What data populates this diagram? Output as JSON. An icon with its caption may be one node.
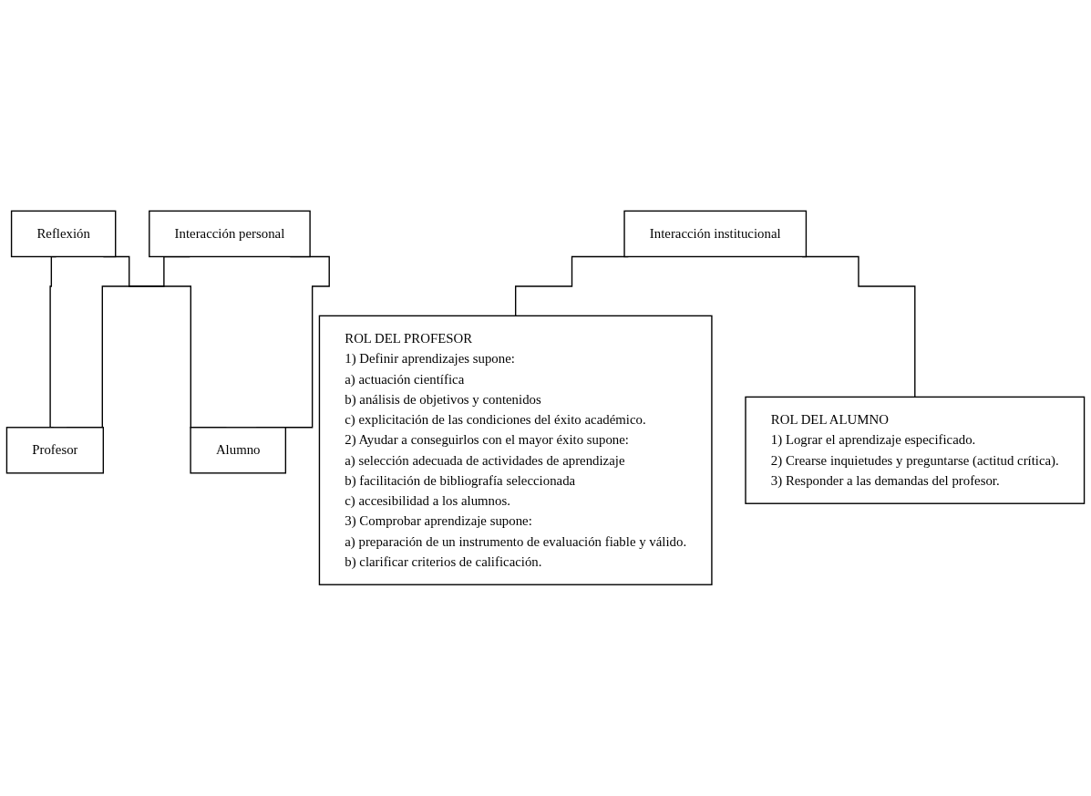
{
  "diagram": {
    "nodes": [
      {
        "text": [
          "Reflexión"
        ]
      },
      {
        "text": [
          "Interacción personal"
        ]
      },
      {
        "text": [
          "Interacción institucional"
        ]
      },
      {
        "text": [
          "Profesor"
        ]
      },
      {
        "text": [
          "Alumno"
        ]
      },
      {
        "text": [
          "ROL DEL PROFESOR",
          "1) Definir aprendizajes supone:",
          "a) actuación científica",
          "b) análisis de objetivos y contenidos",
          "c) explicitación de las condiciones del éxito académico.",
          "2) Ayudar a conseguirlos con el mayor éxito supone:",
          "a) selección adecuada de actividades de aprendizaje",
          "b) facilitación de bibliografía seleccionada",
          "c) accesibilidad a los alumnos.",
          "3) Comprobar aprendizaje supone:",
          "a) preparación de un instrumento de evaluación fiable y válido.",
          "b) clarificar criterios de calificación."
        ]
      },
      {
        "text": [
          "ROL DEL ALUMNO",
          "1) Lograr el aprendizaje especificado.",
          "2) Crearse inquietudes y preguntarse (actitud crítica).",
          "3) Responder a las demandas del profesor."
        ]
      }
    ],
    "edges": [
      {
        "from": 0,
        "to": 3,
        "arrow": "none"
      },
      {
        "from": 0,
        "to": 4,
        "arrow": "none"
      },
      {
        "from": 1,
        "to": 3,
        "arrow": "none"
      },
      {
        "from": 1,
        "to": 4,
        "arrow": "none"
      },
      {
        "from": 2,
        "to": 5,
        "arrow": "none"
      },
      {
        "from": 2,
        "to": 6,
        "arrow": "none"
      }
    ]
  }
}
